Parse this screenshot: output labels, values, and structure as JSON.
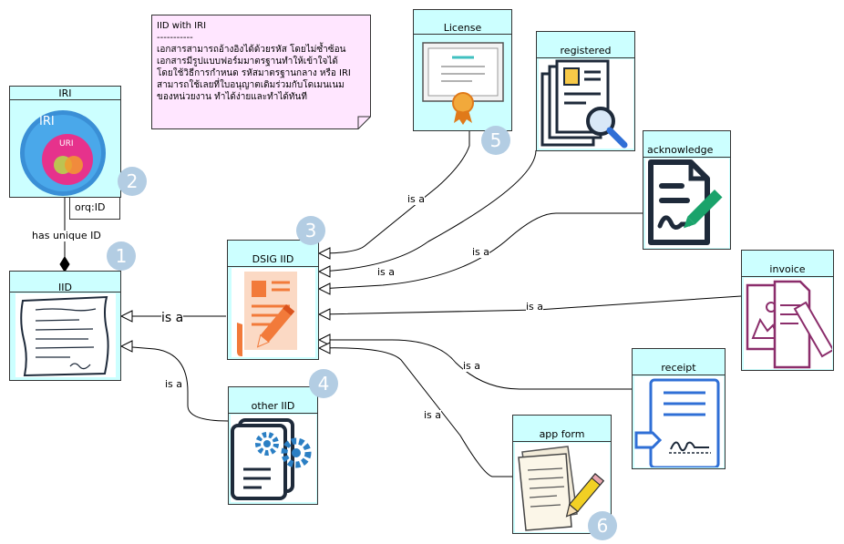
{
  "note": {
    "title": "IID with IRI",
    "dashes": "-----------",
    "body": "เอกสารสามารถอ้างอิงได้ด้วยรหัส โดยไม่ซ้ำซ้อน\nเอกสารมีรูปแบบฟอร์มมาตรฐานทำให้เข้าใจได้\nโดยใช้วิธีการกำหนด รหัสมาตรฐานกลาง หรือ IRI\nสามารถใช้เลยที่ใบอนุญาตเดิมร่วมกับโดเมนเนม\nของหน่วยงาน ทำได้ง่ายและทำได้ทันที"
  },
  "boxes": {
    "iri": {
      "title": "IRI",
      "inner_outer": "IRI",
      "inner_mid": "URI"
    },
    "orq": "orq:ID",
    "iid": {
      "title": "IID"
    },
    "dsig": {
      "title": "DSIG IID"
    },
    "other": {
      "title": "other IID"
    },
    "license": {
      "title": "License"
    },
    "registered": {
      "title": "registered"
    },
    "acknowledge": {
      "title": "acknowledge"
    },
    "invoice": {
      "title": "invoice"
    },
    "receipt": {
      "title": "receipt"
    },
    "appform": {
      "title": "app form"
    }
  },
  "badges": [
    "1",
    "2",
    "3",
    "4",
    "5",
    "6"
  ],
  "edges": {
    "has_unique": "has unique ID",
    "isa": "is a"
  },
  "colors": {
    "box_fill": "#ccffff",
    "note_fill": "#ffe6ff",
    "badge": "#b3cde3",
    "navy": "#1e2a3a",
    "green": "#1aa36b",
    "blue": "#2f6fd6",
    "purple": "#8b2d6b",
    "orange": "#f27a3a"
  }
}
